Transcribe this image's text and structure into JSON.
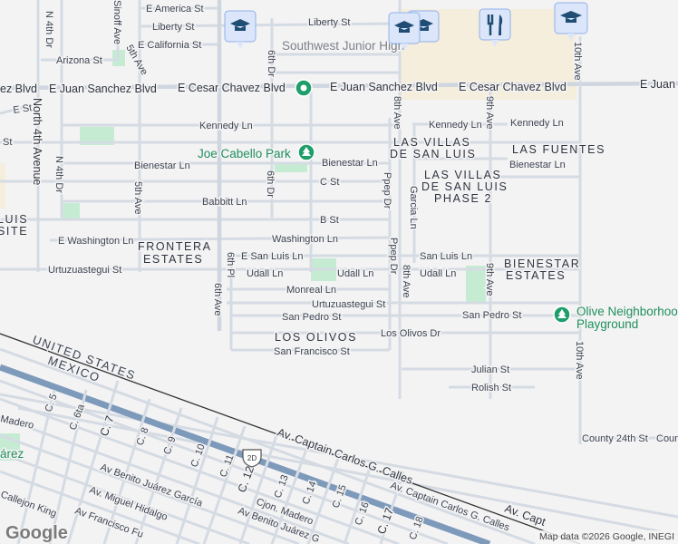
{
  "streets": [
    "E America St",
    "Liberty St",
    "Liberty St",
    "E California St",
    "Arizona St",
    "ez Blvd",
    "E Juan Sanchez Blvd",
    "E Cesar Chavez Blvd",
    "E Juan Sanchez Blvd",
    "E Cesar Chavez Blvd",
    "E Juan",
    "E St",
    "St",
    "Kennedy Ln",
    "Kennedy Ln",
    "Kennedy Ln",
    "Bienestar Ln",
    "Bienestar Ln",
    "Bienestar Ln",
    "C St",
    "Babbitt Ln",
    "B St",
    "Washington Ln",
    "E Washington Ln",
    "E San Luis Ln",
    "San Luis Ln",
    "Udall Ln",
    "Udall Ln",
    "Udall Ln",
    "Monreal Ln",
    "Urtuzuastegui St",
    "Urtuzuastegui St",
    "San Pedro St",
    "San Pedro St",
    "Los Olivos Dr",
    "San Francisco St",
    "Julian St",
    "Rolish St",
    "County 24th St",
    "Coun"
  ],
  "vertical_streets": [
    "N 4th Dr",
    "North 4th Avenue",
    "N 4th Dr",
    "Sinoff Ave",
    "5th Ave",
    "5th Ave",
    "6th Dr",
    "6th Dr",
    "6th Pl",
    "6th Ave",
    "8th Ave",
    "Ppep Dr",
    "Ppep Dr",
    "8th Ave",
    "Garcia Ln",
    "9th Ave",
    "9th Ave",
    "10th Ave",
    "10th Ave"
  ],
  "neighborhoods": {
    "frontera": [
      "FRONTERA",
      "ESTATES"
    ],
    "villas": [
      "LAS VILLAS",
      "DE SAN LUIS"
    ],
    "villas2": [
      "LAS VILLAS",
      "DE SAN LUIS",
      "PHASE 2"
    ],
    "fuentes": "LAS FUENTES",
    "bienestar": [
      "BIENESTAR",
      "ESTATES"
    ],
    "olivos": "LOS OLIVOS",
    "luis_site": [
      "LUIS",
      "SITE"
    ]
  },
  "pois": {
    "school": "Southwest Junior High",
    "park": "Joe Cabello Park",
    "playground": [
      "Olive Neighborhood",
      "Playground"
    ],
    "juarez": "árez"
  },
  "border": {
    "us": "UNITED STATES",
    "mx": "MEXICO"
  },
  "mexico_streets": [
    "Madero",
    "C. 5",
    "C. 6ta",
    "C. 7",
    "C. 8",
    "C. 9",
    "C. 10",
    "C. 11",
    "C. 12",
    "C. 13",
    "C. 14",
    "C. 15",
    "C. 16",
    "C. 17",
    "C. 18",
    "Av. Captain Carlos G. Calles",
    "Av Benito Juárez García",
    "Av. Miguel Hidalgo",
    "Callejon King",
    "Av Francisco Fu",
    "Cjon. Madero",
    "Av Benito Juárez G",
    "Av. Captain Carlos G. Calles",
    "Av. Capt"
  ],
  "highway_shield": "2D",
  "markers": [
    "school-icon",
    "school-icon",
    "school-icon",
    "school-icon",
    "restaurant-icon",
    "place-icon",
    "park-icon",
    "park-icon"
  ],
  "colors": {
    "background": "#f4f3f4",
    "road": "#d5dbe3",
    "highway": "#7e9abb",
    "park": "#c5ecd3",
    "campus": "#f5eedc",
    "pin_bg": "#dce6fb",
    "pin_icon": "#1f4d73",
    "green_pin": "#1e9e6a"
  },
  "footer": {
    "logo": "Google",
    "attribution": "Map data ©2026 Google, INEGI"
  }
}
